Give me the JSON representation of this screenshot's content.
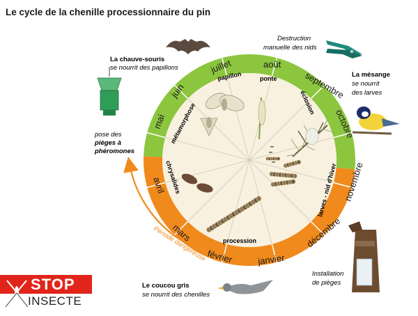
{
  "title": "Le cycle de la chenille processionnaire du pin",
  "colors": {
    "green": "#8cc63f",
    "orange": "#f08a1c",
    "disc": "#f8f1e0",
    "arrow": "#f08a1c",
    "spokes": "#d8cfbb"
  },
  "months": {
    "green": [
      "juin",
      "juillet",
      "août",
      "septembre",
      "octobre"
    ],
    "orange": [
      "novembre",
      "décembre",
      "janvier",
      "février",
      "mars",
      "avril"
    ],
    "green_end": "mai"
  },
  "stages": {
    "papillon": "papillon",
    "ponte": "ponte",
    "eclosion": "éclosion",
    "larves": "larves - nid d'hiver",
    "procession": "procession",
    "chrysalides": "chrysalides",
    "metamorphose": "métamorphose"
  },
  "notes": {
    "bat_title": "La chauve-souris",
    "bat_text": "se nourrit des papillons",
    "destruction_line1": "Destruction",
    "destruction_line2": "manuelle des nids",
    "mesange_title": "La mésange",
    "mesange_line1": "se nourrit",
    "mesange_line2": "des larves",
    "pose_line1": "pose des",
    "pose_line2": "pièges à",
    "pose_line3": "phéromones",
    "coucou_title": "Le coucou gris",
    "coucou_text": "se nourrit des chenilles",
    "install_line1": "Installation",
    "install_line2": "de pièges"
  },
  "periode": "Période dangereuse",
  "logo": {
    "word1": "STOP",
    "word2": "INSECTE"
  },
  "icons": [
    "bat-icon",
    "pruning-shears-icon",
    "tit-bird-icon",
    "pheromone-trap-icon",
    "cuckoo-bird-icon",
    "tree-trap-icon",
    "moth-icon",
    "caterpillar-icon",
    "pine-branch-icon",
    "mosquito-icon"
  ]
}
